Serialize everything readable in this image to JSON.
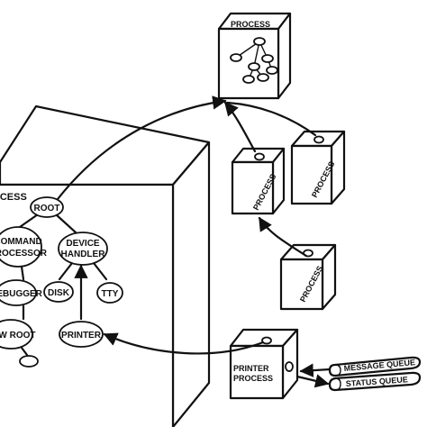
{
  "big_box": {
    "title": "PROCESS",
    "nodes": {
      "root": "ROOT",
      "command_processor_1": "COMMAND",
      "command_processor_2": "PROCESSOR",
      "device_handler_1": "DEVICE",
      "device_handler_2": "HANDLER",
      "debugger": "DEBUGGER",
      "disk": "DISK",
      "tty": "TTY",
      "new_root": "NEW ROOT",
      "printer": "PRINTER"
    }
  },
  "top_process": {
    "label": "PROCESS"
  },
  "mid_process_a": {
    "label": "PROCESS"
  },
  "mid_process_b": {
    "label": "PROCESS"
  },
  "low_process": {
    "label": "PROCESS"
  },
  "printer_process": {
    "line1": "PRINTER",
    "line2": "PROCESS"
  },
  "queues": {
    "message": "MESSAGE QUEUE",
    "status": "STATUS QUEUE"
  }
}
